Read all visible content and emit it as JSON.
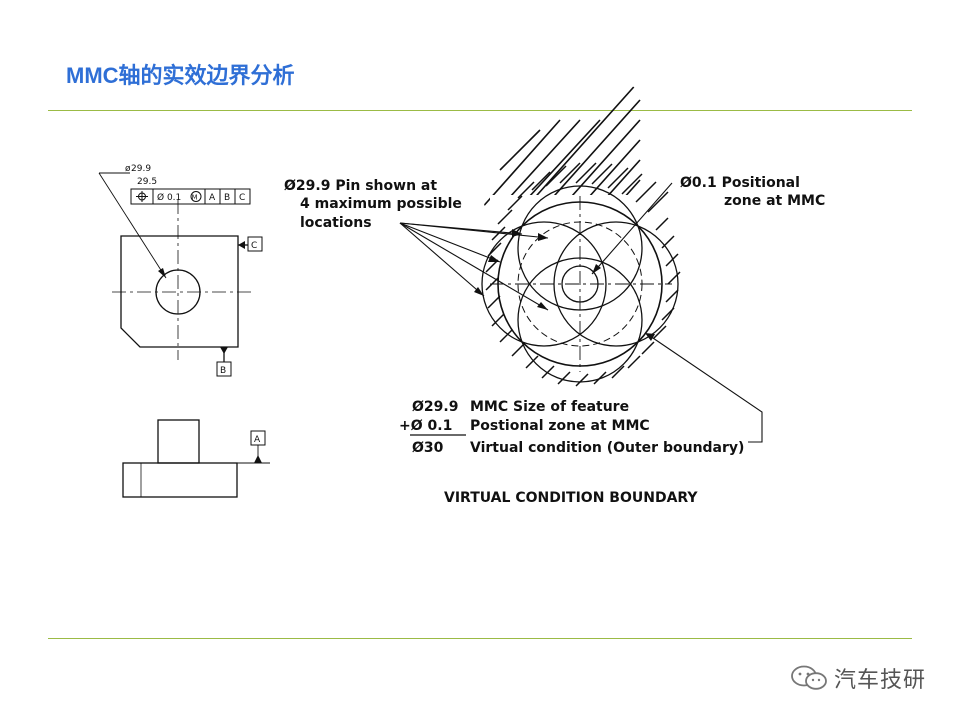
{
  "slide": {
    "title": "MMC轴的实效边界分析",
    "accent_color": "#2f6fd6",
    "rule_color": "#9bbb45"
  },
  "drawing": {
    "dim_upper": "29.9",
    "dim_lower": "29.5",
    "fcf_tolerance": "Ø 0.1",
    "fcf_datums": [
      "A",
      "B",
      "C"
    ],
    "datum_c": "C",
    "datum_b": "B",
    "datum_a": "A"
  },
  "callouts": {
    "pin_line1": "Ø29.9 Pin shown at",
    "pin_line2": "4 maximum possible",
    "pin_line3": "locations",
    "zone_line1": "Ø0.1 Positional",
    "zone_line2": "zone at MMC"
  },
  "calc": {
    "row1_value": "Ø29.9",
    "row1_desc": "MMC Size of feature",
    "row2_value": "+Ø  0.1",
    "row2_desc": "Postional zone at MMC",
    "row3_value": "Ø30",
    "row3_desc": "Virtual condition (Outer boundary)"
  },
  "figure_caption": "VIRTUAL CONDITION BOUNDARY",
  "watermark": {
    "text": "汽车技研",
    "icon": "wechat-icon"
  }
}
